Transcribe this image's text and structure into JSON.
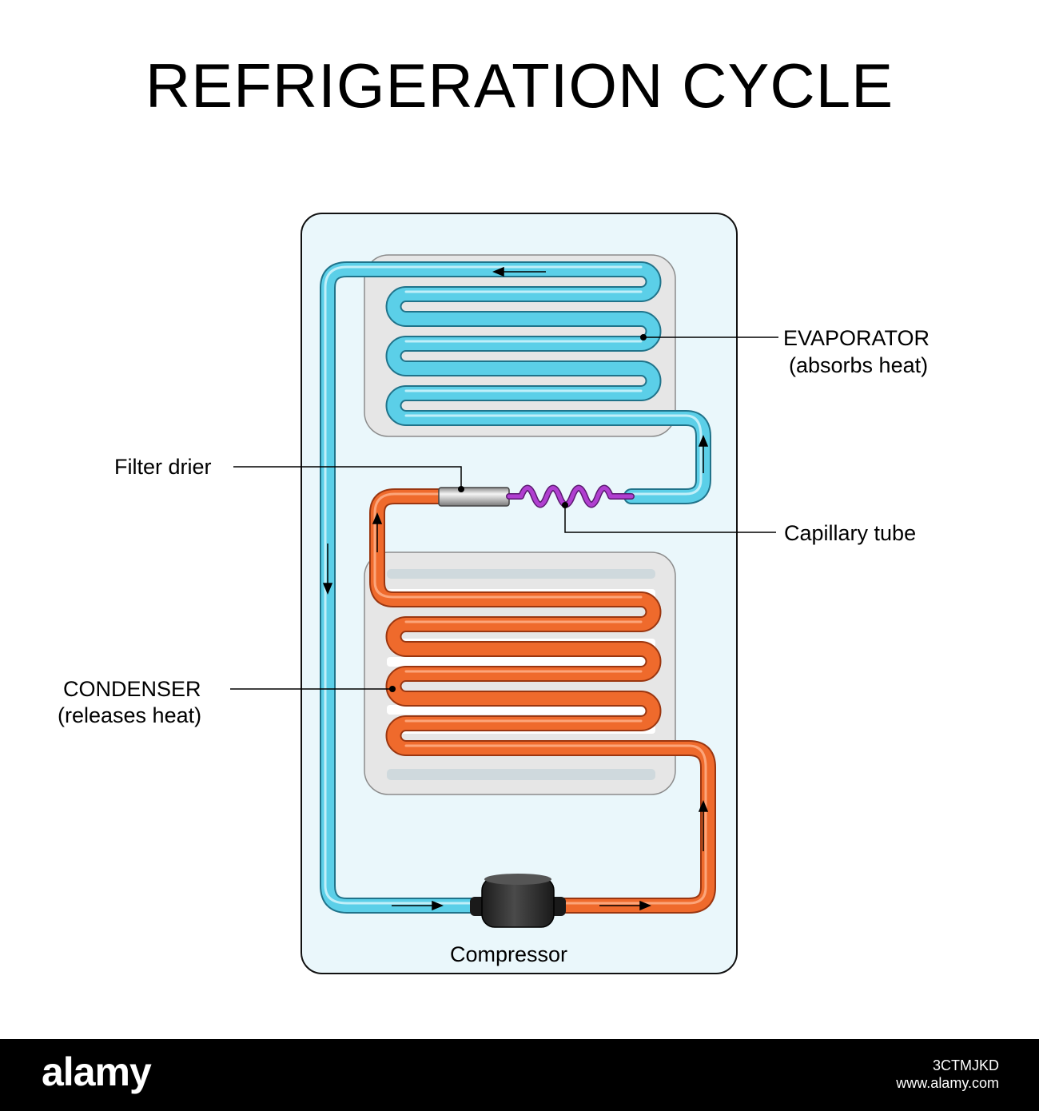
{
  "title": "REFRIGERATION CYCLE",
  "labels": {
    "evaporator_name": "EVAPORATOR",
    "evaporator_desc": "(absorbs heat)",
    "filter_drier": "Filter drier",
    "capillary_tube": "Capillary tube",
    "condenser_name": "CONDENSER",
    "condenser_desc": "(releases heat)",
    "compressor": "Compressor"
  },
  "footer": {
    "logo": "alamy",
    "image_id": "3CTMJKD",
    "url": "www.alamy.com"
  },
  "colors": {
    "cold_line": "#5bcfe8",
    "hot_line": "#ef6a2c",
    "capillary": "#b03fd0",
    "cabinet": "#eaf7fb",
    "panel": "#e6e6e6",
    "compressor": "#2c2c2c"
  }
}
